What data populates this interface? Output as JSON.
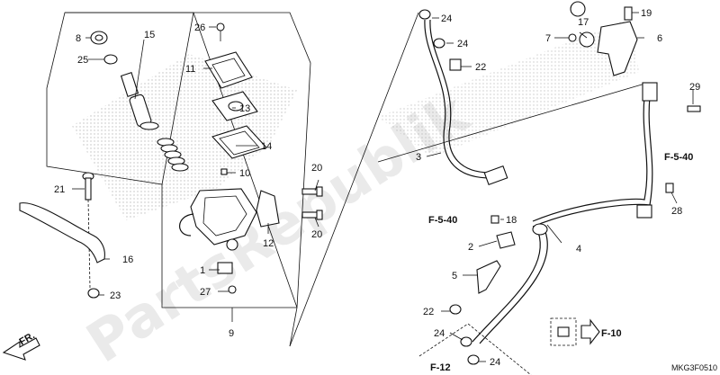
{
  "watermark": "PartsRepublik",
  "diagram_code": "MKG3F0510",
  "fr_label": "FR.",
  "labels": {
    "p1": "1",
    "p2": "2",
    "p3": "3",
    "p4": "4",
    "p5": "5",
    "p6": "6",
    "p7": "7",
    "p8": "8",
    "p9": "9",
    "p10": "10",
    "p11": "11",
    "p12": "12",
    "p13": "13",
    "p14": "14",
    "p15": "15",
    "p16": "16",
    "p17": "17",
    "p18": "18",
    "p19": "19",
    "p20a": "20",
    "p20b": "20",
    "p21": "21",
    "p22a": "22",
    "p22b": "22",
    "p23": "23",
    "p24a": "24",
    "p24b": "24",
    "p24c": "24",
    "p24d": "24",
    "p25": "25",
    "p26": "26",
    "p27": "27",
    "p28": "28",
    "p29": "29"
  },
  "refs": {
    "f540a": "F-5-40",
    "f540b": "F-5-40",
    "f10": "F-10",
    "f12": "F-12"
  }
}
